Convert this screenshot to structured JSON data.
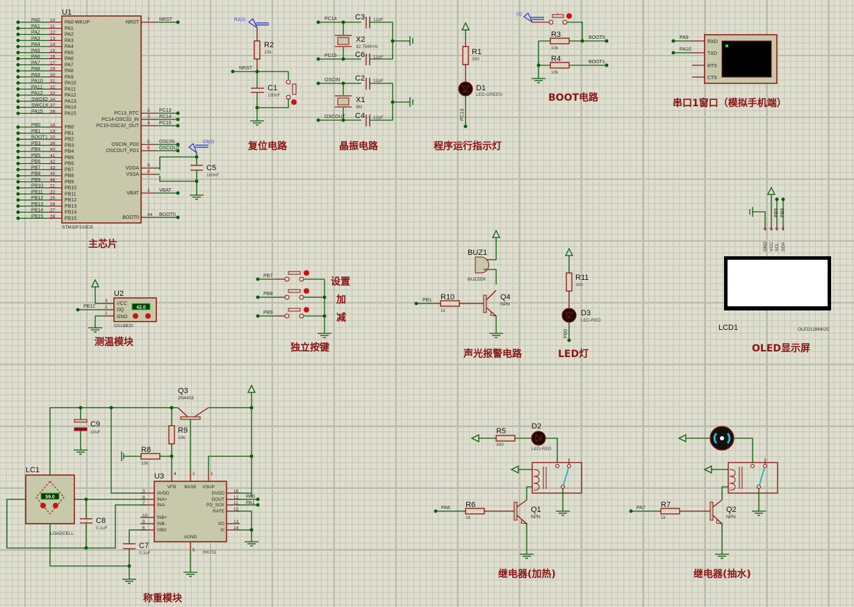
{
  "titles": {
    "main_chip": "主芯片",
    "reset": "复位电路",
    "crystal": "晶振电路",
    "run_led": "程序运行指示灯",
    "boot": "BOOT电路",
    "uart": "串口1窗口（模拟手机端）",
    "oled": "OLED显示屏",
    "temp": "测温模块",
    "keys": "独立按键",
    "alarm": "声光报警电路",
    "led": "LED灯",
    "weigh": "称重模块",
    "relay_heat": "继电器(加热)",
    "relay_pump": "继电器(抽水)"
  },
  "u1": {
    "ref": "U1",
    "part": "STM32F103C8",
    "left_pins": [
      {
        "net": "PA0",
        "num": "10",
        "name": "PA0-WKUP"
      },
      {
        "net": "PA1",
        "num": "11",
        "name": "PA1"
      },
      {
        "net": "PA2",
        "num": "12",
        "name": "PA2"
      },
      {
        "net": "PA3",
        "num": "13",
        "name": "PA3"
      },
      {
        "net": "PA4",
        "num": "14",
        "name": "PA4"
      },
      {
        "net": "PA5",
        "num": "15",
        "name": "PA5"
      },
      {
        "net": "PA6",
        "num": "16",
        "name": "PA6"
      },
      {
        "net": "PA7",
        "num": "17",
        "name": "PA7"
      },
      {
        "net": "PA8",
        "num": "29",
        "name": "PA8"
      },
      {
        "net": "PA9",
        "num": "30",
        "name": "PA9"
      },
      {
        "net": "PA10",
        "num": "31",
        "name": "PA10"
      },
      {
        "net": "PA11",
        "num": "32",
        "name": "PA11"
      },
      {
        "net": "PA12",
        "num": "33",
        "name": "PA12"
      },
      {
        "net": "SWDIO",
        "num": "34",
        "name": "PA13"
      },
      {
        "net": "SWCLK",
        "num": "37",
        "name": "PA14"
      },
      {
        "net": "PA15",
        "num": "38",
        "name": "PA15"
      },
      {
        "net": "PB0",
        "num": "18",
        "name": "PB0"
      },
      {
        "net": "PB1",
        "num": "19",
        "name": "PB1"
      },
      {
        "net": "BOOT1",
        "num": "20",
        "name": "PB2"
      },
      {
        "net": "PB3",
        "num": "39",
        "name": "PB3"
      },
      {
        "net": "PB4",
        "num": "40",
        "name": "PB4"
      },
      {
        "net": "PB5",
        "num": "41",
        "name": "PB5"
      },
      {
        "net": "PB6",
        "num": "42",
        "name": "PB6"
      },
      {
        "net": "PB7",
        "num": "43",
        "name": "PB7"
      },
      {
        "net": "PB8",
        "num": "45",
        "name": "PB8"
      },
      {
        "net": "PB9",
        "num": "46",
        "name": "PB9"
      },
      {
        "net": "PB10",
        "num": "21",
        "name": "PB10"
      },
      {
        "net": "PB11",
        "num": "22",
        "name": "PB11"
      },
      {
        "net": "PB12",
        "num": "25",
        "name": "PB12"
      },
      {
        "net": "PB13",
        "num": "26",
        "name": "PB13"
      },
      {
        "net": "PB14",
        "num": "27",
        "name": "PB14"
      },
      {
        "net": "PB15",
        "num": "28",
        "name": "PB15"
      }
    ],
    "right_pins": [
      {
        "net": "NRST",
        "num": "7",
        "name": "NRST"
      },
      {
        "net": "PC13",
        "num": "2",
        "name": "PC13_RTC"
      },
      {
        "net": "PC14",
        "num": "3",
        "name": "PC14-OSC32_IN"
      },
      {
        "net": "PC15",
        "num": "4",
        "name": "PC15-OSC32_OUT"
      },
      {
        "net": "OSCIN",
        "num": "5",
        "name": "OSCIN_PD0"
      },
      {
        "net": "OSCOUT",
        "num": "6",
        "name": "OSCOUT_PD1"
      },
      {
        "net": "",
        "num": "9",
        "name": "VDDA"
      },
      {
        "net": "",
        "num": "8",
        "name": "VSSA"
      },
      {
        "net": "VBAT",
        "num": "1",
        "name": "VBAT"
      },
      {
        "net": "BOOT0",
        "num": "44",
        "name": "BOOT0"
      }
    ]
  },
  "c5": {
    "ref": "C5",
    "value": "100nF",
    "probe": "C5(2)"
  },
  "reset": {
    "r_ref": "R2",
    "r_val": "10k",
    "c_ref": "C1",
    "c_val": "100nF",
    "net": "NRST",
    "probe": "R2(2)"
  },
  "crystal": {
    "x2_ref": "X2",
    "x2_val": "32.768KHz",
    "x1_ref": "X1",
    "x1_val": "8M",
    "c3": "C3",
    "c6": "C6",
    "c2": "C2",
    "c4": "C4",
    "cap_val": "12pF",
    "nets": [
      "PC14",
      "PC15",
      "OSCIN",
      "OSCOUT"
    ]
  },
  "run_led": {
    "r_ref": "R1",
    "r_val": "300",
    "d_ref": "D1",
    "d_val": "LED-GREEN",
    "net": "PC13"
  },
  "boot": {
    "r3": "R3",
    "r4": "R4",
    "r_val": "10k",
    "net0": "BOOT0",
    "net1": "BOOT1",
    "probe": "(1)"
  },
  "uart": {
    "pins": [
      "RXD",
      "TXD",
      "RTS",
      "CTS"
    ],
    "nets": [
      "PA9",
      "PA10"
    ]
  },
  "oled": {
    "ref": "LCD1",
    "part": "OLED12864I2C",
    "pins": [
      "GND",
      "VCC",
      "SCL",
      "SDA"
    ],
    "pin_nums": [
      "1",
      "2",
      "3",
      "4"
    ],
    "nets": [
      "PB5",
      "PB6"
    ]
  },
  "temp": {
    "ref": "U2",
    "part": "DS18B20",
    "reading": "42.0",
    "pins": [
      "VCC",
      "DQ",
      "GND"
    ],
    "pin_nums": [
      "3",
      "2",
      "1"
    ],
    "net": "PB12"
  },
  "keys": {
    "nets": [
      "PB7",
      "PB8",
      "PB9"
    ],
    "labels": [
      "设置",
      "加",
      "减"
    ]
  },
  "alarm": {
    "buz_ref": "BUZ1",
    "buz_val": "BUZZER",
    "r_ref": "R10",
    "r_val": "1k",
    "q_ref": "Q4",
    "q_val": "NPN",
    "net": "PB1"
  },
  "led": {
    "r_ref": "R11",
    "r_val": "300",
    "d_ref": "D3",
    "d_val": "LED-RED",
    "net": "PB0"
  },
  "weigh": {
    "lc_ref": "LC1",
    "lc_val": "LOADCELL",
    "lc_reading": "59.0",
    "c9": "C9",
    "c9_val": "10uF",
    "c8": "C8",
    "c8_val": "0.1uF",
    "c7": "C7",
    "c7_val": "0.1uF",
    "r8": "R8",
    "r8_val": "10k",
    "r9": "R9",
    "r9_val": "10k",
    "q3": "Q3",
    "q3_val": "2N4403",
    "u3": "U3",
    "u3_val": "HX711",
    "u3_top": [
      "VFB",
      "BASE",
      "VSUP"
    ],
    "u3_top_nums": [
      "4",
      "2",
      "1"
    ],
    "u3_left": [
      "AVDD",
      "INA+",
      "INA-",
      "INB+",
      "INB-",
      "VBG"
    ],
    "u3_left_nums": [
      "3",
      "8",
      "7",
      "10",
      "9",
      "6"
    ],
    "u3_right": [
      "DVDD",
      "DOUT",
      "PD_SCK",
      "RATE",
      "XO",
      "XI"
    ],
    "u3_right_nums": [
      "16",
      "12",
      "11",
      "15",
      "13",
      "14"
    ],
    "u3_bottom": "AGND",
    "u3_bottom_num": "5",
    "nets": [
      "PA0",
      "PA1"
    ]
  },
  "relay_heat": {
    "r5": "R5",
    "r5_val": "300",
    "d2": "D2",
    "d2_val": "LED-RED",
    "r6": "R6",
    "r6_val": "1k",
    "q1": "Q1",
    "q1_val": "NPN",
    "net": "PA6"
  },
  "relay_pump": {
    "r7": "R7",
    "r7_val": "1k",
    "q2": "Q2",
    "q2_val": "NPN",
    "net": "PA7"
  }
}
